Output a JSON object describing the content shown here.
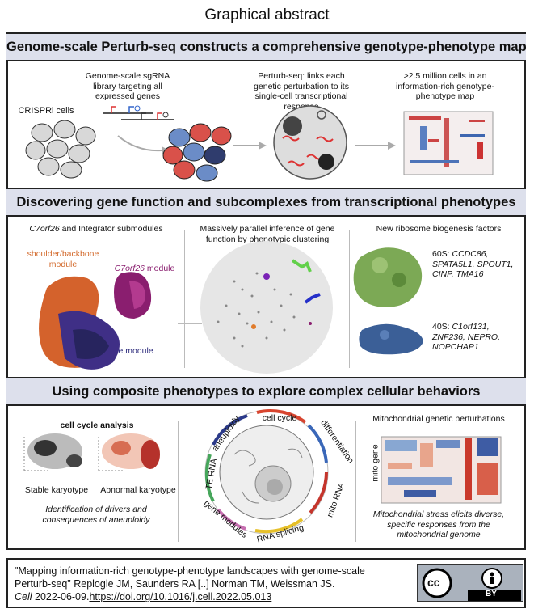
{
  "title": "Graphical abstract",
  "section1": {
    "heading": "Genome-scale Perturb-seq constructs a comprehensive genotype-phenotype map",
    "crispri": "CRISPRi cells",
    "library": "Genome-scale sgRNA library targeting all expressed genes",
    "perturbseq": "Perturb-seq: links each genetic perturbation to its single-cell transcriptional response",
    "cells": ">2.5 million cells in an information-rich genotype-phenotype map"
  },
  "section2": {
    "heading": "Discovering gene function and subcomplexes from transcriptional phenotypes",
    "integrator_title_italic": "C7orf26",
    "integrator_title_rest": " and Integrator submodules",
    "shoulder": "shoulder/backbone module",
    "c7_module_italic": "C7orf26",
    "c7_module_rest": " module",
    "cleavage": "cleavage module",
    "clustering": "Massively parallel inference of gene function by phenotypic clustering",
    "ribosome_title": "New ribosome biogenesis factors",
    "s60_prefix": "60S: ",
    "s60_genes": "CCDC86, SPATA5L1, SPOUT1, CINP, TMA16",
    "s40_prefix": "40S: ",
    "s40_genes": "C1orf131, ZNF236, NEPRO, NOPCHAP1"
  },
  "section3": {
    "heading": "Using composite phenotypes to explore complex cellular behaviors",
    "cell_cycle": "cell cycle analysis",
    "stable": "Stable karyotype",
    "abnormal": "Abnormal karyotype",
    "aneuploidy_caption": "Identification of drivers and consequences of aneuploidy",
    "ring_labels": [
      "cell cycle",
      "differentiation",
      "mito RNA",
      "RNA splicing",
      "gene modules",
      "TE RNA",
      "aneuploidy"
    ],
    "mito_title": "Mitochondrial genetic perturbations",
    "mito_axis": "mito gene expression",
    "mito_caption": "Mitochondrial stress elicits diverse, specific responses from the mitochondrial genome"
  },
  "citation": {
    "line1": "\"Mapping information-rich genotype-phenotype landscapes with genome-scale Perturb-seq\" Replogle JM, Saunders RA [..] Norman TM, Weissman JS.",
    "journal": "Cell",
    "date": " 2022-06-09.",
    "doi": "https://doi.org/10.1016/j.cell.2022.05.013",
    "license_cc": "cc",
    "license_by": "BY"
  },
  "colors": {
    "band": "#dde0ec",
    "ring_cell_cycle": "#d8452f",
    "ring_differentiation": "#3a67b8",
    "ring_mito_rna": "#c5352c",
    "ring_rna_splicing": "#e6c02a",
    "ring_gene_modules": "#c76fb1",
    "ring_te_rna": "#46a65b",
    "ring_aneuploidy": "#2b3a8a"
  }
}
